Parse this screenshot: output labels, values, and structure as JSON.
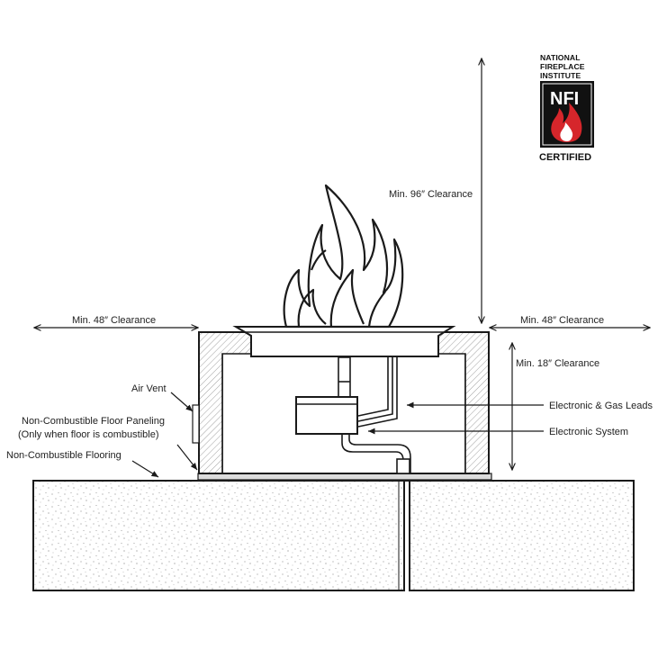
{
  "diagram": {
    "clearances": {
      "top": "Min. 96″ Clearance",
      "left": "Min. 48″ Clearance",
      "right": "Min. 48″ Clearance",
      "side_height": "Min. 18″ Clearance"
    },
    "callouts": {
      "air_vent": "Air Vent",
      "floor_paneling_line1": "Non-Combustible Floor Paneling",
      "floor_paneling_line2": "(Only when floor is combustible)",
      "flooring": "Non-Combustible Flooring",
      "leads": "Electronic & Gas Leads",
      "system": "Electronic System"
    }
  },
  "logo": {
    "line1": "NATIONAL",
    "line2": "FIREPLACE",
    "line3": "INSTITUTE",
    "mark": "NFI",
    "certified": "CERTIFIED"
  },
  "colors": {
    "line": "#1a1a1a",
    "flame_red": "#d6262b",
    "logo_black": "#111111"
  }
}
